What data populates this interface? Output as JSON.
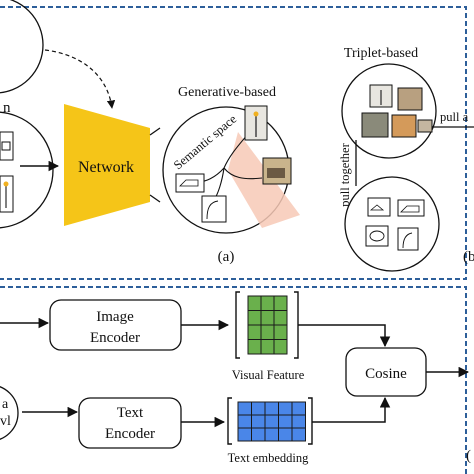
{
  "top": {
    "left_partial_label": "n",
    "network_label": "Network",
    "generative_title": "Generative-based",
    "semantic_space_label": "Semantic space",
    "panel_a_label": "(a)",
    "triplet_title": "Triplet-based",
    "pull_together_label": "pull together",
    "pull_apart_partial_label": "pull a",
    "panel_b_partial_label": "(b"
  },
  "bottom": {
    "image_encoder_line1": "Image",
    "image_encoder_line2": "Encoder",
    "visual_feature_label": "Visual Feature",
    "text_encoder_line1": "Text",
    "text_encoder_line2": "Encoder",
    "text_embedding_label": "Text embedding",
    "cosine_label": "Cosine",
    "left_partial_text_1": "a",
    "left_partial_text_2": "vl",
    "panel_c_partial_label": "("
  },
  "colors": {
    "border_dash": "#2d5f9a",
    "network_fill": "#f5c518",
    "visual_feature_fill": "#6ab04c",
    "text_embedding_fill": "#4a86e8",
    "fan_fill": "#f7c9b6"
  }
}
